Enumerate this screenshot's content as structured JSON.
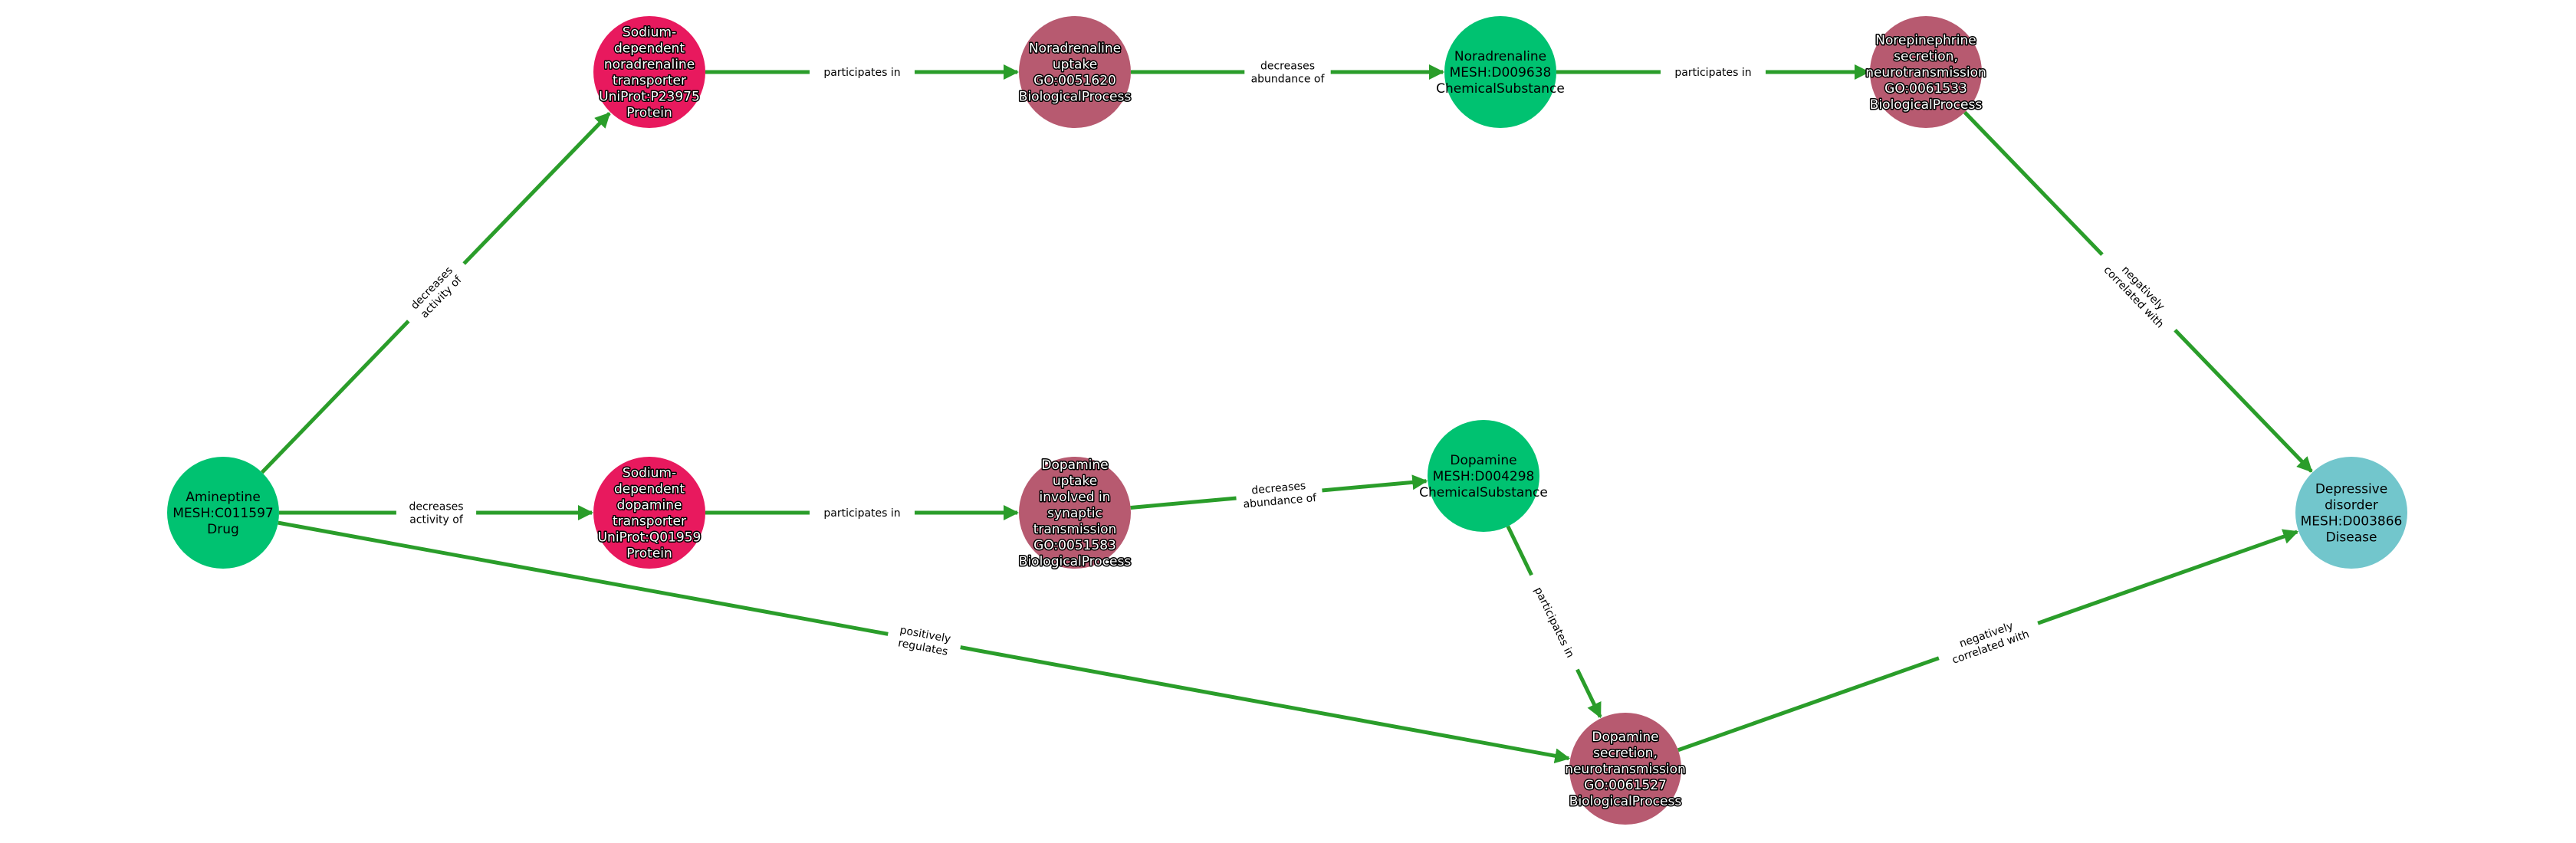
{
  "colors": {
    "edge": "#2a9d2a",
    "Drug": "#00c271",
    "ChemicalSubstance": "#00c271",
    "Protein": "#e8195e",
    "BiologicalProcess": "#b75a70",
    "Disease": "#72c6cc"
  },
  "nodes": [
    {
      "id": "amineptine",
      "lines": [
        "Amineptine",
        "MESH:C011597",
        "Drug"
      ],
      "type": "Drug"
    },
    {
      "id": "net",
      "lines": [
        "Sodium-",
        "dependent",
        "noradrenaline",
        "transporter",
        "UniProt:P23975",
        "Protein"
      ],
      "type": "Protein"
    },
    {
      "id": "ne_uptake",
      "lines": [
        "Noradrenaline",
        "uptake",
        "GO:0051620",
        "BiologicalProcess"
      ],
      "type": "BiologicalProcess"
    },
    {
      "id": "noradrenaline",
      "lines": [
        "Noradrenaline",
        "MESH:D009638",
        "ChemicalSubstance"
      ],
      "type": "ChemicalSubstance"
    },
    {
      "id": "ne_secretion",
      "lines": [
        "Norepinephrine",
        "secretion,",
        "neurotransmission",
        "GO:0061533",
        "BiologicalProcess"
      ],
      "type": "BiologicalProcess"
    },
    {
      "id": "dat",
      "lines": [
        "Sodium-",
        "dependent",
        "dopamine",
        "transporter",
        "UniProt:Q01959",
        "Protein"
      ],
      "type": "Protein"
    },
    {
      "id": "da_uptake",
      "lines": [
        "Dopamine",
        "uptake",
        "involved in",
        "synaptic",
        "transmission",
        "GO:0051583",
        "BiologicalProcess"
      ],
      "type": "BiologicalProcess"
    },
    {
      "id": "dopamine",
      "lines": [
        "Dopamine",
        "MESH:D004298",
        "ChemicalSubstance"
      ],
      "type": "ChemicalSubstance"
    },
    {
      "id": "da_secretion",
      "lines": [
        "Dopamine",
        "secretion,",
        "neurotransmission",
        "GO:0061527",
        "BiologicalProcess"
      ],
      "type": "BiologicalProcess"
    },
    {
      "id": "depression",
      "lines": [
        "Depressive",
        "disorder",
        "MESH:D003866",
        "Disease"
      ],
      "type": "Disease"
    }
  ],
  "edges": [
    {
      "from": "amineptine",
      "to": "net",
      "label": [
        "decreases",
        "activity of"
      ]
    },
    {
      "from": "net",
      "to": "ne_uptake",
      "label": [
        "participates in"
      ]
    },
    {
      "from": "ne_uptake",
      "to": "noradrenaline",
      "label": [
        "decreases",
        "abundance of"
      ]
    },
    {
      "from": "noradrenaline",
      "to": "ne_secretion",
      "label": [
        "participates in"
      ]
    },
    {
      "from": "ne_secretion",
      "to": "depression",
      "label": [
        "negatively",
        "correlated with"
      ]
    },
    {
      "from": "amineptine",
      "to": "dat",
      "label": [
        "decreases",
        "activity of"
      ]
    },
    {
      "from": "dat",
      "to": "da_uptake",
      "label": [
        "participates in"
      ]
    },
    {
      "from": "da_uptake",
      "to": "dopamine",
      "label": [
        "decreases",
        "abundance of"
      ]
    },
    {
      "from": "dopamine",
      "to": "da_secretion",
      "label": [
        "participates in"
      ]
    },
    {
      "from": "amineptine",
      "to": "da_secretion",
      "label": [
        "positively",
        "regulates"
      ]
    },
    {
      "from": "da_secretion",
      "to": "depression",
      "label": [
        "negatively",
        "correlated with"
      ]
    }
  ]
}
